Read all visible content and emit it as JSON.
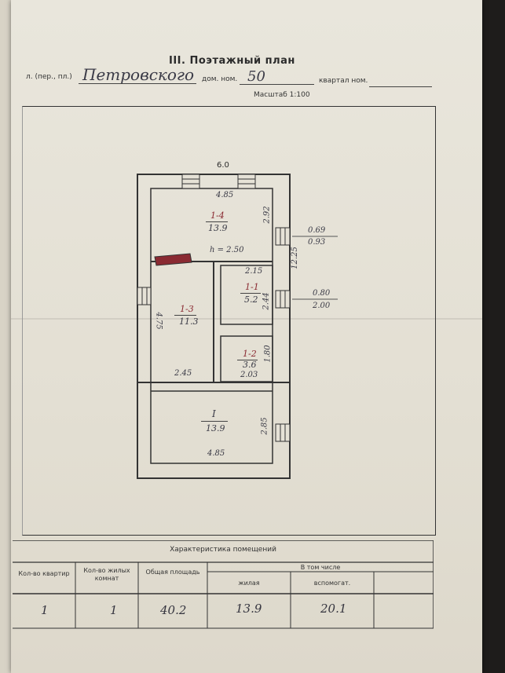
{
  "title": "III. Поэтажный план",
  "address": {
    "street_prefix": "л. (пер., пл.)",
    "street_value": "Петровского",
    "house_label": "дом. ном.",
    "house_value": "50",
    "quarter_label": "квартал ном."
  },
  "scale": "Масштаб 1:100",
  "plan": {
    "dims": {
      "top_outer": "6.0",
      "room14_width": "4.85",
      "room14_height": "2.92",
      "ceiling": "h = 2.50",
      "side_length": "12.25",
      "win_a_top": "0.69",
      "win_a_bottom": "0.93",
      "win_b_top": "0.80",
      "win_b_bottom": "2.00",
      "room11_width": "2.15",
      "room11_height": "2.44",
      "room13_height": "4.75",
      "room13_width": "2.45",
      "room12_height": "1.80",
      "room12_width": "2.03",
      "room1_height": "2.85",
      "room1_width": "4.85"
    },
    "rooms": [
      {
        "id": "1-4",
        "area": "13.9"
      },
      {
        "id": "1-1",
        "area": "5.2"
      },
      {
        "id": "1-3",
        "area": "11.3"
      },
      {
        "id": "1-2",
        "area": "3.6"
      },
      {
        "id": "I",
        "area": "13.9"
      }
    ]
  },
  "table": {
    "caption": "Характеристика помещений",
    "headers": {
      "apartments": "Кол-во квартир",
      "living_rooms": "Кол-во жилых комнат",
      "total_area": "Общая площадь",
      "including": "В том числе",
      "living": "жилая",
      "auxiliary": "вспомогат."
    },
    "values": {
      "apartments": "1",
      "living_rooms": "1",
      "total_area": "40.2",
      "living": "13.9",
      "auxiliary": "20.1"
    }
  },
  "colors": {
    "paper": "#e6e2d7",
    "ink": "#2b2b2b",
    "handwriting": "#3a3a46",
    "stove_red": "#8a2a32"
  }
}
